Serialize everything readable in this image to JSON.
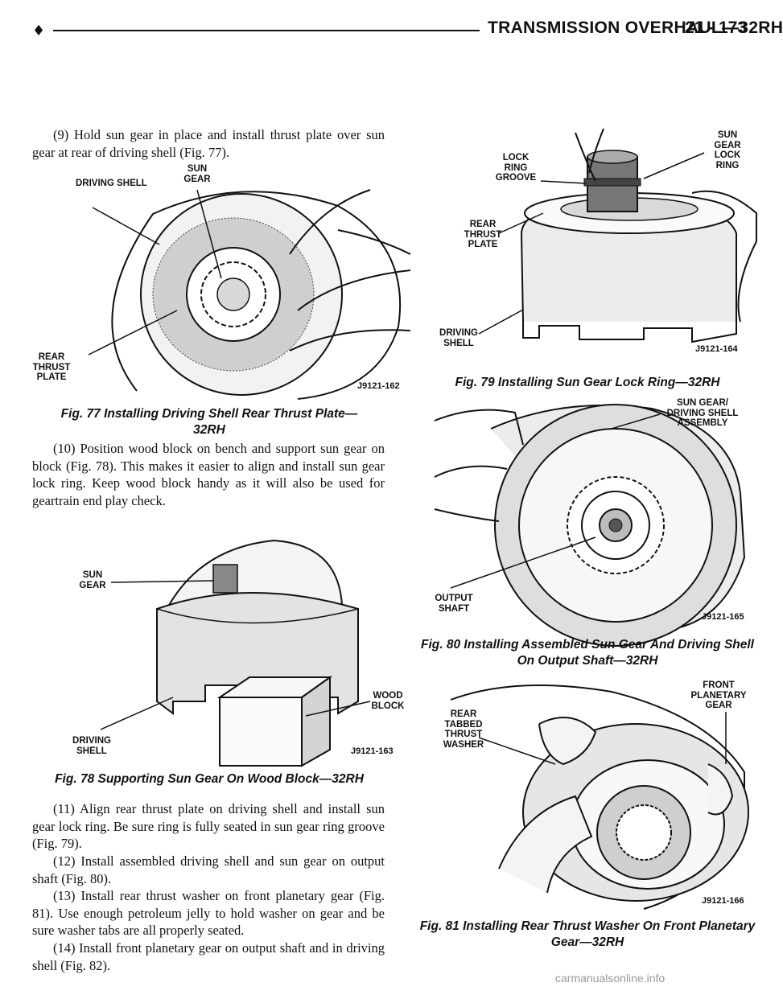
{
  "header": {
    "bullet": "♦",
    "title": "TRANSMISSION OVERHAUL—32RH",
    "page": "21 - 173"
  },
  "paragraphs": {
    "p9": "(9) Hold sun gear in place and install thrust plate over sun gear at rear of driving shell (Fig. 77).",
    "p10": "(10) Position wood block on bench and support sun gear on block (Fig. 78). This makes it easier to align and install sun gear lock ring. Keep wood block handy as it will also be used for geartrain end play check.",
    "p11": "(11) Align rear thrust plate on driving shell and install sun gear lock ring. Be sure ring is fully seated in sun gear ring groove (Fig. 79).",
    "p12": "(12) Install assembled driving shell and sun gear on output shaft (Fig. 80).",
    "p13": "(13) Install rear thrust washer on front planetary gear (Fig. 81). Use enough petroleum jelly to hold washer on gear and be sure washer tabs are all properly seated.",
    "p14": "(14) Install front planetary gear on output shaft and in driving shell (Fig. 82)."
  },
  "figures": {
    "fig77": {
      "caption": "Fig. 77 Installing Driving Shell Rear Thrust Plate—32RH",
      "id": "J9121-162",
      "labels": {
        "driving_shell": "DRIVING SHELL",
        "sun_gear": "SUN GEAR",
        "rear_thrust_plate": "REAR THRUST PLATE"
      }
    },
    "fig78": {
      "caption": "Fig. 78 Supporting Sun Gear On Wood Block—32RH",
      "id": "J9121-163",
      "labels": {
        "sun_gear": "SUN GEAR",
        "wood_block": "WOOD BLOCK",
        "driving_shell": "DRIVING SHELL"
      }
    },
    "fig79": {
      "caption": "Fig. 79 Installing Sun Gear Lock Ring—32RH",
      "id": "J9121-164",
      "labels": {
        "lock_ring_groove": "LOCK RING GROOVE",
        "sun_gear_lock_ring": "SUN GEAR LOCK RING",
        "rear_thrust_plate": "REAR THRUST PLATE",
        "driving_shell": "DRIVING SHELL"
      }
    },
    "fig80": {
      "caption": "Fig. 80 Installing Assembled Sun Gear And Driving Shell On Output Shaft—32RH",
      "id": "J9121-165",
      "labels": {
        "sun_gear_driving_shell_assembly": "SUN GEAR/ DRIVING SHELL ASSEMBLY",
        "output_shaft": "OUTPUT SHAFT"
      }
    },
    "fig81": {
      "caption": "Fig. 81 Installing Rear Thrust Washer On Front Planetary Gear—32RH",
      "id": "J9121-166",
      "labels": {
        "rear_tabbed_thrust_washer": "REAR TABBED THRUST WASHER",
        "front_planetary_gear": "FRONT PLANETARY GEAR"
      }
    }
  },
  "watermark": "carmanualsonline.info"
}
